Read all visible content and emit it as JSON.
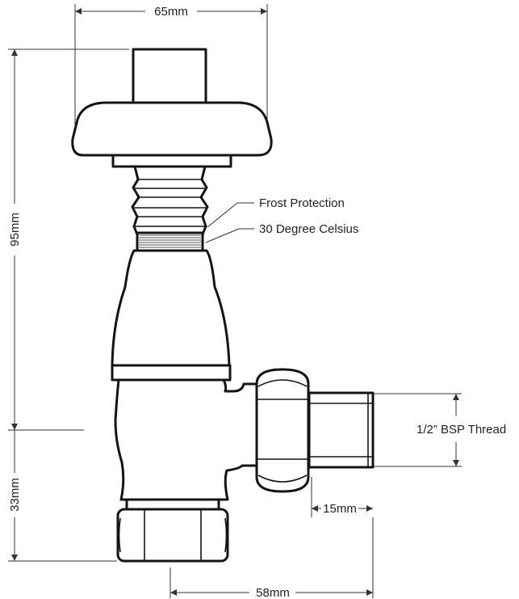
{
  "dimensions": {
    "width_top": "65mm",
    "height_left": "95mm",
    "height_bottom_left": "33mm",
    "width_bottom": "58mm",
    "thread_length": "15mm"
  },
  "callouts": {
    "frost_protection": "Frost Protection",
    "temperature": "30 Degree Celsius",
    "thread": "1/2” BSP Thread"
  }
}
